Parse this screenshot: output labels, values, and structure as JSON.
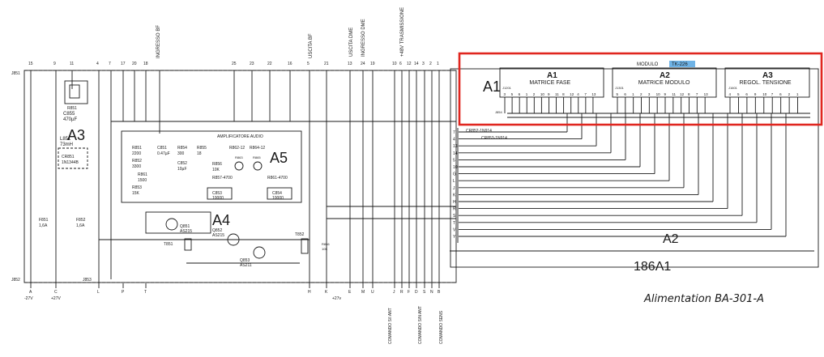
{
  "pin_numbers_top": [
    "15",
    "9",
    "11",
    "4",
    "7",
    "17",
    "20",
    "18",
    "25",
    "23",
    "22",
    "16",
    "5",
    "21",
    "13",
    "24",
    "19",
    "10",
    "6",
    "12",
    "14",
    "3",
    "2",
    "1"
  ],
  "pin_letters_bottom": [
    "A",
    "C",
    "L",
    "P",
    "T",
    "H",
    "K",
    "E",
    "M",
    "U",
    "J",
    "R",
    "F",
    "D",
    "S",
    "N",
    "B"
  ],
  "vertical_labels": {
    "ingresso_bf": "INGRESSO BF",
    "uscita_bf": "USCITA BF",
    "uscita_dme": "USCITA DME",
    "ingresso_dme": "INGRESSO DME",
    "trasmissione": "+48V TRASMISSIONE",
    "comando_ant": "COMANDO S/I ANT",
    "comando_sel": "COMANDO S/N ANT",
    "comando_sens": "COMANDO SENS"
  },
  "power": {
    "minus27": "-27V",
    "plus27": "+27V",
    "plus27b": "+27v"
  },
  "connectors": {
    "j851": "J851",
    "j852": "J852",
    "j853": "J853",
    "j854": "J854",
    "j1201": "J1201",
    "j1301": "J1301",
    "j1601": "J1601"
  },
  "blocks": {
    "a3_left": "A3",
    "a5": "A5",
    "a4": "A4",
    "a1": "A1",
    "a2": "A2",
    "main": "186A1",
    "amplifier_title": "AMPLIFICATORE AUDIO"
  },
  "module": {
    "title": "MODULO",
    "code": "TK-226",
    "code_highlight": "#6fb3e6",
    "sections": [
      {
        "id": "A1",
        "name": "MATRICE FASE",
        "pins": [
          "3",
          "5",
          "6",
          "1",
          "2",
          "10",
          "9",
          "11",
          "8",
          "12",
          "4",
          "7",
          "13"
        ]
      },
      {
        "id": "A2",
        "name": "MATRICE MODULO",
        "pins": [
          "5",
          "6",
          "1",
          "2",
          "3",
          "10",
          "9",
          "11",
          "12",
          "8",
          "7",
          "13"
        ]
      },
      {
        "id": "A3",
        "name": "REGOL. TENSIONE",
        "pins": [
          "4",
          "5",
          "6",
          "9",
          "10",
          "7",
          "6",
          "2",
          "1"
        ]
      }
    ]
  },
  "components": {
    "c855": "C855",
    "c855_val": "470µF",
    "l851": "L851",
    "l851_val": "73mH",
    "r851": "R851",
    "cr851": "CR851",
    "cr851_val": "1N1344B",
    "f851": "F851",
    "f851_val": "1,6A",
    "f852": "F852",
    "f852_val": "1,6A",
    "r851b": "R851",
    "r851b_val": "2200",
    "r852": "R852",
    "r852_val": "3300",
    "r853": "R853",
    "r853_val": "15K",
    "r861": "R861",
    "r861_val": "1500",
    "c851": "C851",
    "c851_val": "0.47µF",
    "r854": "R854",
    "r854_val": "300",
    "c852": "C852",
    "c852_val": "10µF",
    "r855": "R855",
    "r855_val": "18",
    "r856": "R856",
    "r856_val": "10K",
    "r857": "R857-4700",
    "r862": "R862-12",
    "r864": "R864-12",
    "r863": "R863",
    "r865": "R865",
    "r861b": "R861-4700",
    "c853": "C853",
    "c853_val": "10000",
    "c854": "C854",
    "c854_val": "10000",
    "q851": "Q851",
    "q851_val": "AS215",
    "q852": "Q852",
    "q852_val": "AS215",
    "q853": "Q853",
    "q853_val": "AS211",
    "t851": "T851",
    "t852": "T852",
    "r866": "R866",
    "r866_val": "10K",
    "cr852": "CR852-1N914",
    "cr853": "CR853-1N914"
  },
  "a2_pins": [
    "7",
    "4",
    "13",
    "14",
    "5",
    "10",
    "G",
    "L",
    "J",
    "K",
    "H",
    "R",
    "S",
    "T",
    "V",
    "Y"
  ],
  "highlight_color": "#e0261f",
  "caption": "Alimentation BA-301-A"
}
